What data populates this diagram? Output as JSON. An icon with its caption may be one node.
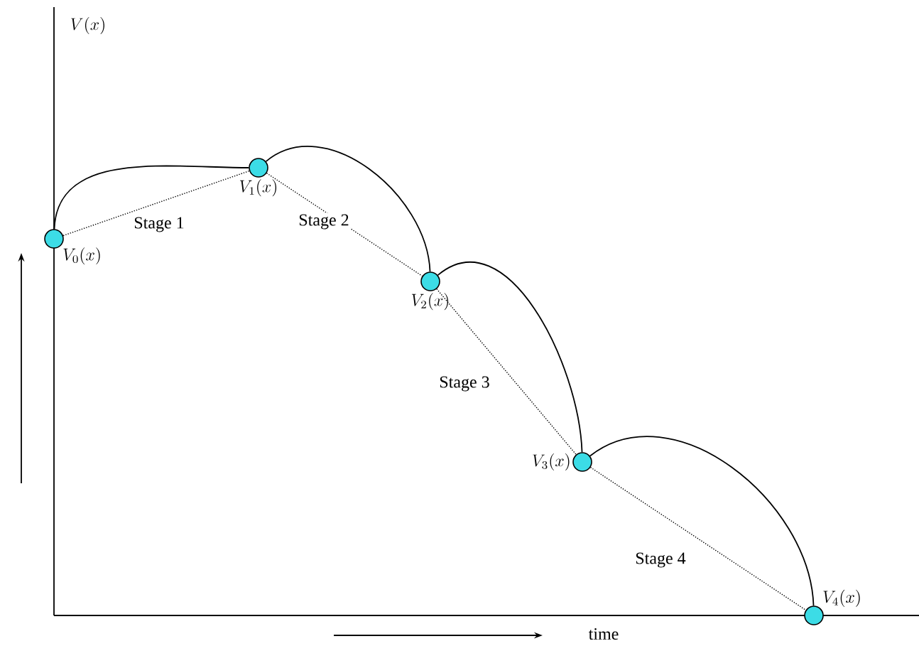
{
  "diagram": {
    "nodes": [
      {
        "text": [
          "V_0(x)"
        ]
      },
      {
        "text": [
          "V_1(x)"
        ]
      },
      {
        "text": [
          "V_2(x)"
        ]
      },
      {
        "text": [
          "V_3(x)"
        ]
      },
      {
        "text": [
          "V_4(x)"
        ]
      }
    ],
    "edges": [
      {
        "from": 0,
        "to": 1,
        "arrow": "none",
        "style": "dashed",
        "label": "Stage 1"
      },
      {
        "from": 1,
        "to": 2,
        "arrow": "none",
        "style": "dashed",
        "label": "Stage 2"
      },
      {
        "from": 2,
        "to": 3,
        "arrow": "none",
        "style": "dashed",
        "label": "Stage 3"
      },
      {
        "from": 3,
        "to": 4,
        "arrow": "none",
        "style": "dashed",
        "label": "Stage 4"
      },
      {
        "from": 0,
        "to": 1,
        "arrow": "none"
      },
      {
        "from": 1,
        "to": 2,
        "arrow": "none"
      },
      {
        "from": 2,
        "to": 3,
        "arrow": "none"
      },
      {
        "from": 3,
        "to": 4,
        "arrow": "none"
      }
    ],
    "labels": [
      "V(x)",
      "time"
    ]
  }
}
